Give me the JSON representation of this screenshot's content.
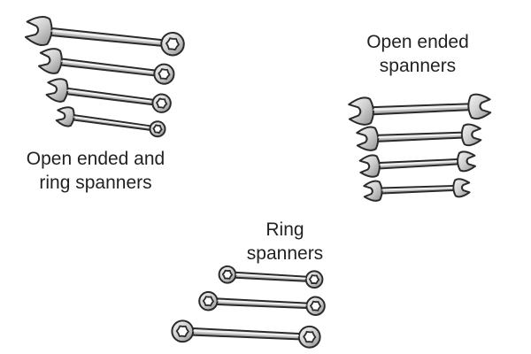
{
  "labels": {
    "combination": [
      "Open ended and",
      "ring spanners"
    ],
    "open_ended": [
      "Open ended",
      "spanners"
    ],
    "ring": [
      "Ring",
      "spanners"
    ]
  },
  "tool_groups": [
    {
      "name": "combination-spanners",
      "tool": "combination-spanner-icon",
      "count": 4
    },
    {
      "name": "open-ended-spanners",
      "tool": "open-ended-spanner-icon",
      "count": 4
    },
    {
      "name": "ring-spanners",
      "tool": "ring-spanner-icon",
      "count": 3
    }
  ],
  "colors": {
    "metal_light": "#f4f4f4",
    "metal_mid": "#c9c9c9",
    "metal_dark": "#8a8a8a",
    "outline": "#2b2b2b",
    "text": "#222222",
    "background": "#ffffff"
  }
}
